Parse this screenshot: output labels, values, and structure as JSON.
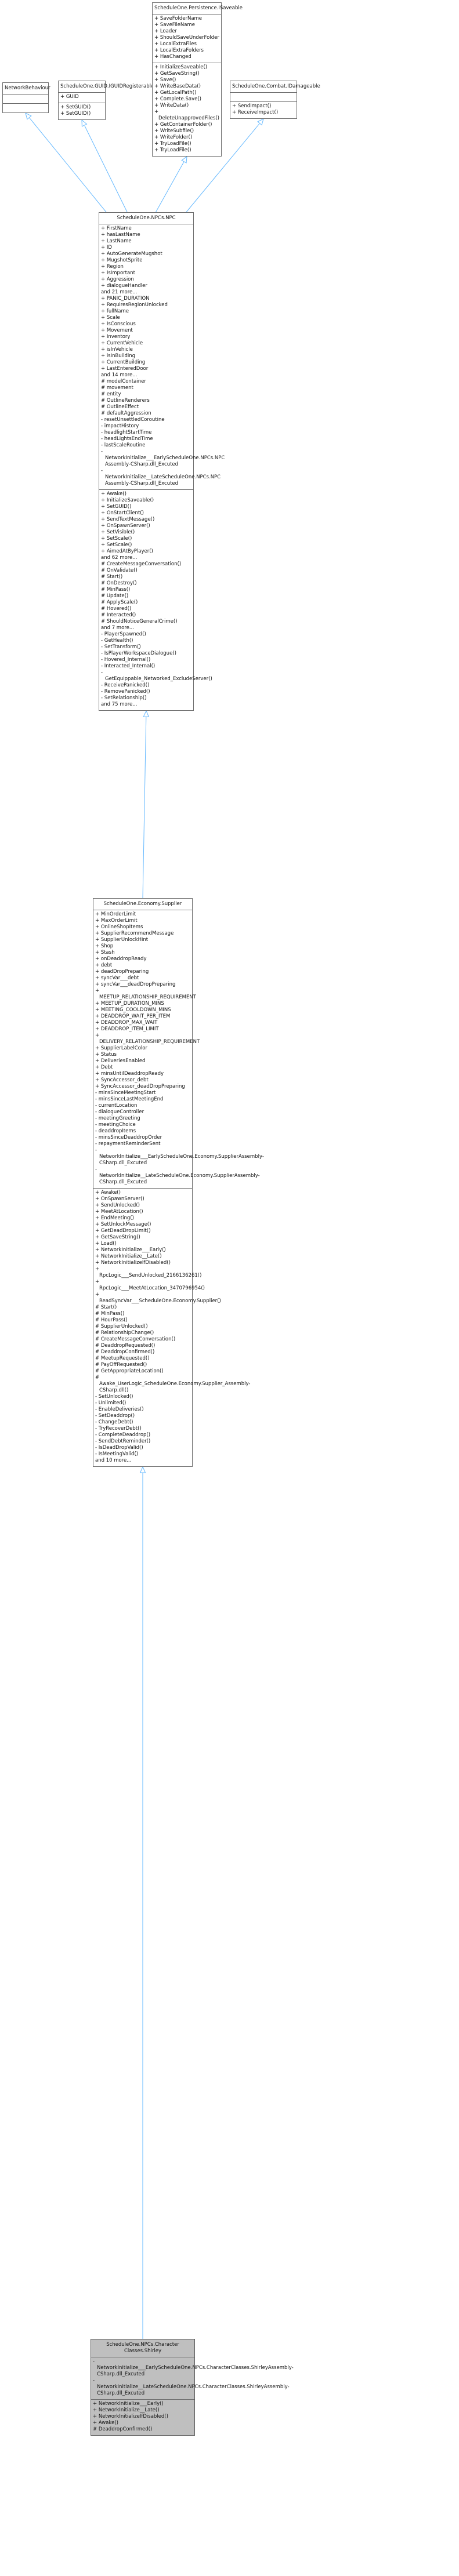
{
  "colors": {
    "edge": "#63b8ff",
    "border": "#6d6d6d",
    "focus_fill": "#bfbfbf"
  },
  "classes": [
    {
      "name": "NetworkBehaviour",
      "fields": [],
      "methods": []
    },
    {
      "name": "ScheduleOne.GUID.IGUIDRegisterable",
      "fields": [
        "+ GUID"
      ],
      "methods": [
        "+ SetGUID()",
        "+ SetGUID()"
      ]
    },
    {
      "name": "ScheduleOne.Persistence.ISaveable",
      "fields": [
        "+ SaveFolderName",
        "+ SaveFileName",
        "+ Loader",
        "+ ShouldSaveUnderFolder",
        "+ LocalExtraFiles",
        "+ LocalExtraFolders",
        "+ HasChanged"
      ],
      "methods": [
        "+ InitializeSaveable()",
        "+ GetSaveString()",
        "+ Save()",
        "+ WriteBaseData()",
        "+ GetLocalPath()",
        "+ Complete.Save()",
        "+ WriteData()",
        "+ DeleteUnapprovedFiles()",
        "+ GetContainerFolder()",
        "+ WriteSubfile()",
        "+ WriteFolder()",
        "+ TryLoadFile()",
        "+ TryLoadFile()"
      ]
    },
    {
      "name": "ScheduleOne.Combat.IDamageable",
      "fields": [],
      "methods": [
        "+ SendImpact()",
        "+ ReceiveImpact()"
      ]
    },
    {
      "name": "ScheduleOne.NPCs.NPC",
      "fields": [
        "+ FirstName",
        "+ hasLastName",
        "+ LastName",
        "+ ID",
        "+ AutoGenerateMugshot",
        "+ MugshotSprite",
        "+ Region",
        "+ IsImportant",
        "+ Aggression",
        "+ dialogueHandler",
        "  and 21 more...",
        "+ PANIC_DURATION",
        "+ RequiresRegionUnlocked",
        "+ fullName",
        "+ Scale",
        "+ IsConscious",
        "+ Movement",
        "+ Inventory",
        "+ CurrentVehicle",
        "+ isInVehicle",
        "+ isInBuilding",
        "+ CurrentBuilding",
        "+ LastEnteredDoor",
        "  and 14 more...",
        "# modelContainer",
        "# movement",
        "# entity",
        "# OutlineRenderers",
        "# OutlineEffect",
        "# defaultAggression",
        "- resetUnsettledCoroutine",
        "- impactHistory",
        "- headlightStartTime",
        "- headLightsEndTime",
        "- lastScaleRoutine",
        "- NetworkInitialize___EarlyScheduleOne.NPCs.NPC Assembly-CSharp.dll_Excuted",
        "- NetworkInitialize__LateScheduleOne.NPCs.NPC Assembly-CSharp.dll_Excuted"
      ],
      "methods": [
        "+ Awake()",
        "+ InitializeSaveable()",
        "+ SetGUID()",
        "+ OnStartClient()",
        "+ SendTextMessage()",
        "+ OnSpawnServer()",
        "+ SetVisible()",
        "+ SetScale()",
        "+ SetScale()",
        "+ AimedAtByPlayer()",
        "  and 62 more...",
        "# CreateMessageConversation()",
        "# OnValidate()",
        "# Start()",
        "# OnDestroy()",
        "# MinPass()",
        "# Update()",
        "# ApplyScale()",
        "# Hovered()",
        "# Interacted()",
        "# ShouldNoticeGeneralCrime()",
        "  and 7 more...",
        "- PlayerSpawned()",
        "- GetHealth()",
        "- SetTransform()",
        "- IsPlayerWorkspaceDialogue()",
        "- Hovered_Internal()",
        "- Interacted_Internal()",
        "- GetEquippable_Networked_ExcludeServer()",
        "- ReceivePanicked()",
        "- RemovePanicked()",
        "- SetRelationship()",
        "  and 75 more..."
      ]
    },
    {
      "name": "ScheduleOne.Economy.Supplier",
      "fields": [
        "+ MinOrderLimit",
        "+ MaxOrderLimit",
        "+ OnlineShopItems",
        "+ SupplierRecommendMessage",
        "+ SupplierUnlockHint",
        "+ Shop",
        "+ Stash",
        "+ onDeaddropReady",
        "+ debt",
        "+ deadDropPreparing",
        "+ syncVar___debt",
        "+ syncVar___deadDropPreparing",
        "+ MEETUP_RELATIONSHIP_REQUIREMENT",
        "+ MEETUP_DURATION_MINS",
        "+ MEETING_COOLDOWN_MINS",
        "+ DEADDROP_WAIT_PER_ITEM",
        "+ DEADDROP_MAX_WAIT",
        "+ DEADDROP_ITEM_LIMIT",
        "+ DELIVERY_RELATIONSHIP_REQUIREMENT",
        "+ SupplierLabelColor",
        "+ Status",
        "+ DeliveriesEnabled",
        "+ Debt",
        "+ minsUntilDeaddropReady",
        "+ SyncAccessor_debt",
        "+ SyncAccessor_deadDropPreparing",
        "- minsSinceMeetingStart",
        "- minsSinceLastMeetingEnd",
        "- currentLocation",
        "- dialogueController",
        "- meetingGreeting",
        "- meetingChoice",
        "- deaddropItems",
        "- minsSinceDeaddropOrder",
        "- repaymentReminderSent",
        "- NetworkInitialize___EarlyScheduleOne.Economy.SupplierAssembly-CSharp.dll_Excuted",
        "- NetworkInitialize__LateScheduleOne.Economy.SupplierAssembly-CSharp.dll_Excuted"
      ],
      "methods": [
        "+ Awake()",
        "+ OnSpawnServer()",
        "+ SendUnlocked()",
        "+ MeetAtLocation()",
        "+ EndMeeting()",
        "+ SetUnlockMessage()",
        "+ GetDeadDropLimit()",
        "+ GetSaveString()",
        "+ Load()",
        "+ NetworkInitialize___Early()",
        "+ NetworkInitialize__Late()",
        "+ NetworkInitializeIfDisabled()",
        "+ RpcLogic___SendUnlocked_2166136261()",
        "+ RpcLogic___MeetAtLocation_3470796954()",
        "+ ReadSyncVar___ScheduleOne.Economy.Supplier()",
        "# Start()",
        "# MinPass()",
        "# HourPass()",
        "# SupplierUnlocked()",
        "# RelationshipChange()",
        "# CreateMessageConversation()",
        "# DeaddropRequested()",
        "# DeaddropConfirmed()",
        "# MeetupRequested()",
        "# PayOffRequested()",
        "# GetAppropriateLocation()",
        "# Awake_UserLogic_ScheduleOne.Economy.Supplier_Assembly-CSharp.dll()",
        "- SetUnlocked()",
        "- Unlimited()",
        "- EnableDeliveries()",
        "- SetDeaddrop()",
        "- ChangeDebt()",
        "- TryRecoverDebt()",
        "- CompleteDeaddrop()",
        "- SendDebtReminder()",
        "- IsDeadDropValid()",
        "- IsMeetingValid()",
        "  and 10 more..."
      ]
    },
    {
      "name": "ScheduleOne.NPCs.Character Classes.Shirley",
      "fields": [
        "- NetworkInitialize___EarlyScheduleOne.NPCs.CharacterClasses.ShirleyAssembly-CSharp.dll_Excuted",
        "- NetworkInitialize__LateScheduleOne.NPCs.CharacterClasses.ShirleyAssembly-CSharp.dll_Excuted"
      ],
      "methods": [
        "+ NetworkInitialize___Early()",
        "+ NetworkInitialize__Late()",
        "+ NetworkInitializeIfDisabled()",
        "+ Awake()",
        "# DeaddropConfirmed()"
      ]
    }
  ]
}
